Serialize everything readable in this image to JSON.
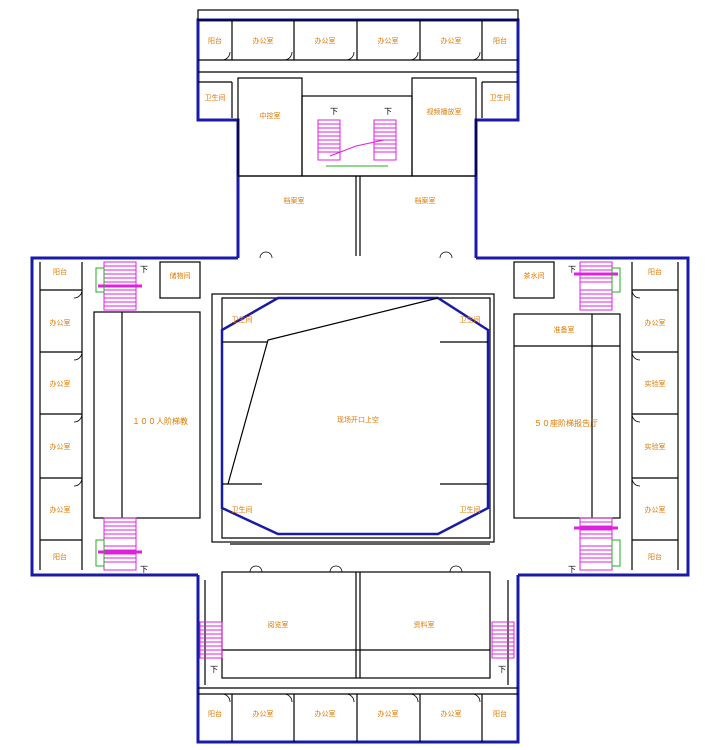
{
  "colors": {
    "outer_wall": "#1a1aa8",
    "inner_wall": "#000000",
    "stair": "#e020e0",
    "stair_landing": "#20b020",
    "label": "#e07800"
  },
  "labels": {
    "court": "现场开口上空",
    "lecture_100": "１００人阶梯教",
    "hall_50": "５０座阶梯报告厅",
    "study_room": "阅览室",
    "reading_room": "资料室",
    "office": "办公室",
    "wc": "卫生间",
    "balcony": "阳台",
    "storage": "储物间",
    "control": "中控室",
    "archive": "档案室",
    "video": "视频播放室",
    "prep_room": "准备室",
    "tea_room": "茶水间",
    "lab": "实验室",
    "down": "下"
  }
}
